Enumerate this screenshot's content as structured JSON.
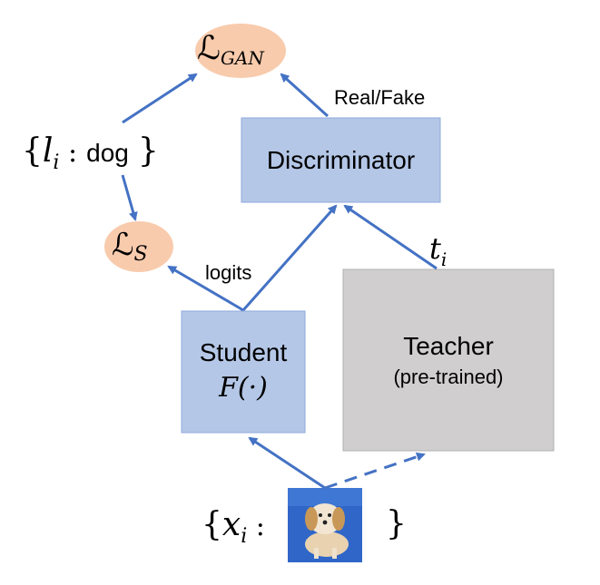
{
  "nodes": {
    "loss_gan": {
      "symbol": "ℒ",
      "subscript": "GAN",
      "color": "#f8cbad"
    },
    "loss_s": {
      "symbol": "ℒ",
      "subscript": "S",
      "color": "#f8cbad"
    },
    "discriminator": {
      "label": "Discriminator",
      "color": "#b4c7e7",
      "border": "#8faadc"
    },
    "student": {
      "title": "Student",
      "func": "F(·)",
      "color": "#b4c7e7",
      "border": "#8faadc"
    },
    "teacher": {
      "title": "Teacher",
      "subtitle": "(pre-trained)",
      "color": "#d0cece",
      "border": "#b0b0b0"
    },
    "label_set": {
      "open": "{",
      "var": "l",
      "sub": "i",
      "colon": " :",
      "value": "dog",
      "close": "}"
    },
    "input_set": {
      "open": "{",
      "var": "x",
      "sub": "i",
      "colon": " :",
      "close": "}"
    }
  },
  "edge_labels": {
    "real_fake": "Real/Fake",
    "logits": "logits",
    "teacher_out": {
      "var": "t",
      "sub": "i"
    }
  },
  "colors": {
    "arrow": "#4472c4",
    "text": "#000000",
    "image_bg": "#2f66c8"
  }
}
